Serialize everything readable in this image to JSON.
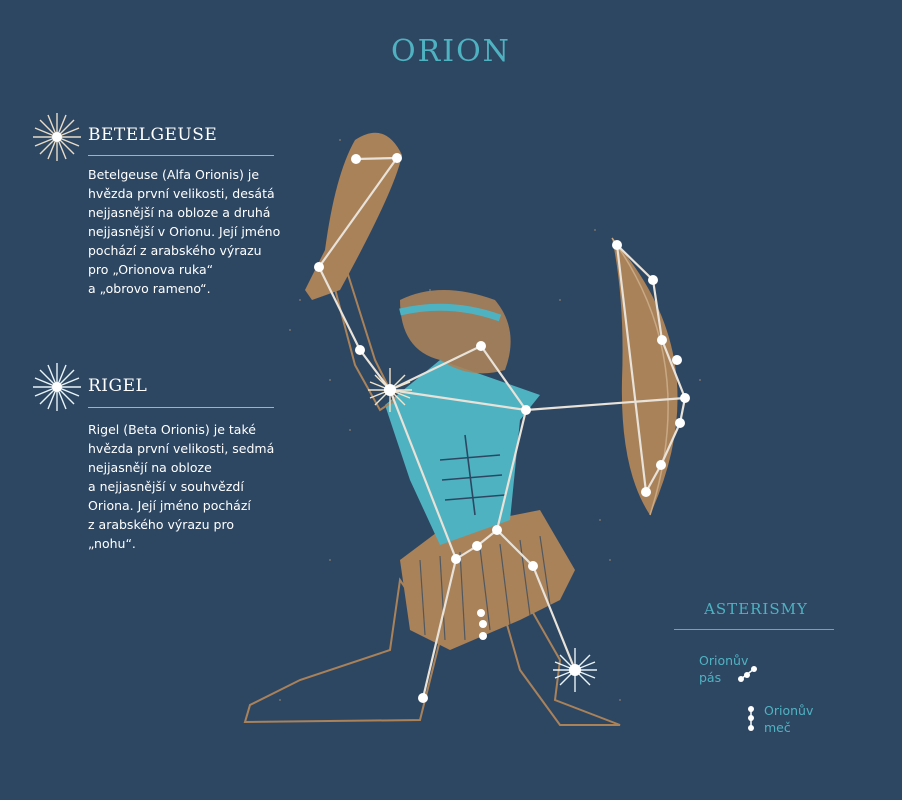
{
  "title": "ORION",
  "stars": [
    {
      "name": "BETELGEUSE",
      "description": "Betelgeuse (Alfa Orionis) je\nhvězda první velikosti, desátá\nnejjasnější na obloze a druhá\nnejjasnější v Orionu. Její jméno\npochází z arabského výrazu\npro „Orionova ruka“\na „obrovo rameno“."
    },
    {
      "name": "RIGEL",
      "description": "Rigel (Beta Orionis) je také\nhvězda první velikosti, sedmá\nnejjasnějí na obloze\na nejjasnější v souhvězdí\nOriona. Její jméno pochází\nz arabského výrazu pro\n„nohu“."
    }
  ],
  "asterisms": {
    "title": "ASTERISMY",
    "items": [
      {
        "label": "Orionův\npás"
      },
      {
        "label": "Orionův\nmeč"
      }
    ]
  },
  "colors": {
    "background": "#2d4763",
    "accent": "#4fb2c1",
    "bronze": "#a9825a",
    "tunic": "#4fb2c1"
  }
}
